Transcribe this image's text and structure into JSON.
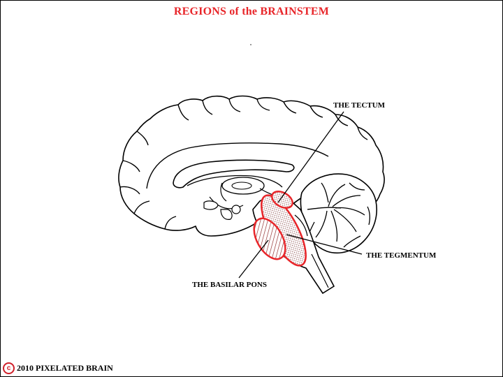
{
  "title": "REGIONS of the BRAINSTEM",
  "labels": {
    "tectum": "THE TECTUM",
    "tegmentum": "THE TEGMENTUM",
    "basilar_pons": "THE BASILAR PONS"
  },
  "footer": {
    "icon": "copyright-icon",
    "copyright_symbol": "c",
    "text": "2010  PIXELATED BRAIN"
  },
  "colors": {
    "title": "#e8262a",
    "highlight": "#e8262a",
    "outline": "#000000"
  }
}
